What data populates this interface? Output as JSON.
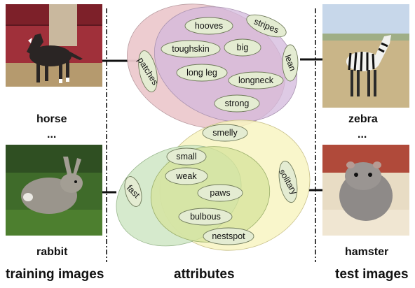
{
  "training": {
    "heading": "training images",
    "images": [
      {
        "label": "horse",
        "icon": "horse-photo"
      },
      {
        "label": "rabbit",
        "icon": "rabbit-photo"
      }
    ],
    "ellipsis": "..."
  },
  "test": {
    "heading": "test images",
    "images": [
      {
        "label": "zebra",
        "icon": "zebra-photo"
      },
      {
        "label": "hamster",
        "icon": "hamster-photo"
      }
    ],
    "ellipsis": "..."
  },
  "attributes": {
    "heading": "attributes",
    "top_group": [
      "hooves",
      "stripes",
      "toughskin",
      "big",
      "lean",
      "patches",
      "long leg",
      "longneck",
      "strong"
    ],
    "shared": [
      "smelly"
    ],
    "bottom_group": [
      "small",
      "weak",
      "fast",
      "solitary",
      "paws",
      "bulbous",
      "nestspot"
    ]
  },
  "colors": {
    "top_outer": "#ecc9cd",
    "top_inner": "#d6bfe0",
    "bottom_left": "#cfe7c6",
    "bottom_right": "#f7f3c4",
    "bottom_inner": "#d9e6a0",
    "pill": "#e4ecd2"
  }
}
